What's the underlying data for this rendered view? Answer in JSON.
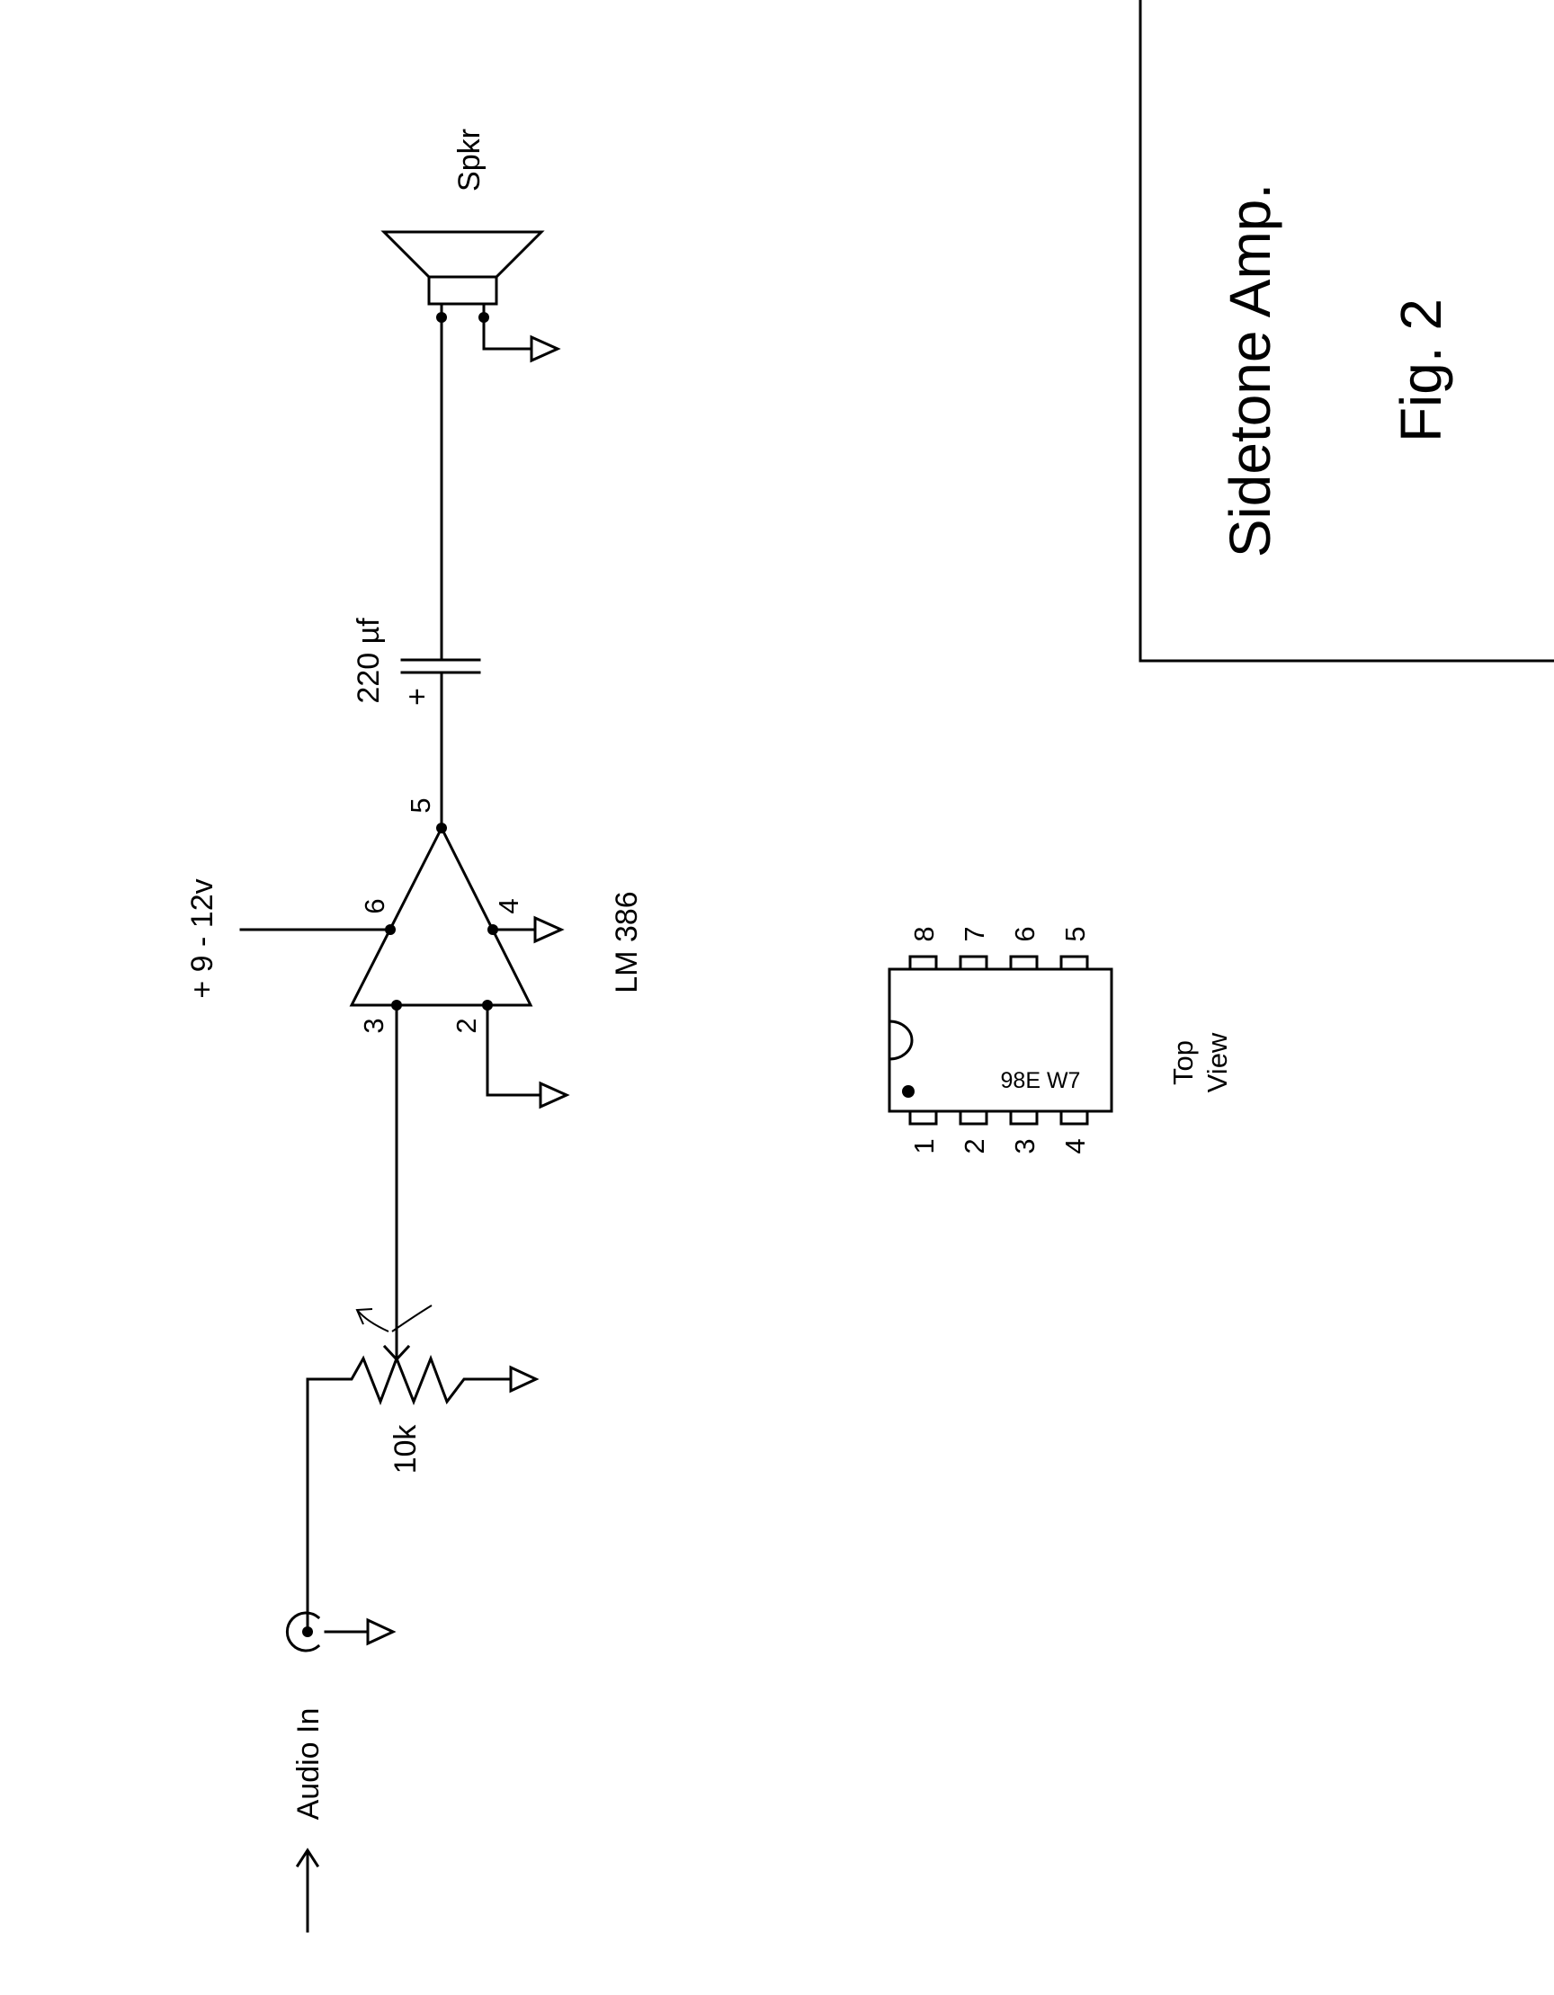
{
  "title_block": {
    "title": "Sidetone Amp.",
    "figure": "Fig. 2"
  },
  "labels": {
    "speaker": "Spkr",
    "capacitor_value": "220 µf",
    "capacitor_polarity": "+",
    "supply_voltage": "+ 9 - 12v",
    "amplifier_part": "LM 386",
    "potentiometer_value": "10k",
    "input": "Audio In"
  },
  "amplifier_pins": {
    "p2": "2",
    "p3": "3",
    "p4": "4",
    "p5": "5",
    "p6": "6"
  },
  "ic_package": {
    "marking": "98E W7",
    "view_label": [
      "Top",
      "View"
    ],
    "pins_bottom": [
      "1",
      "2",
      "3",
      "4"
    ],
    "pins_top": [
      "8",
      "7",
      "6",
      "5"
    ]
  }
}
